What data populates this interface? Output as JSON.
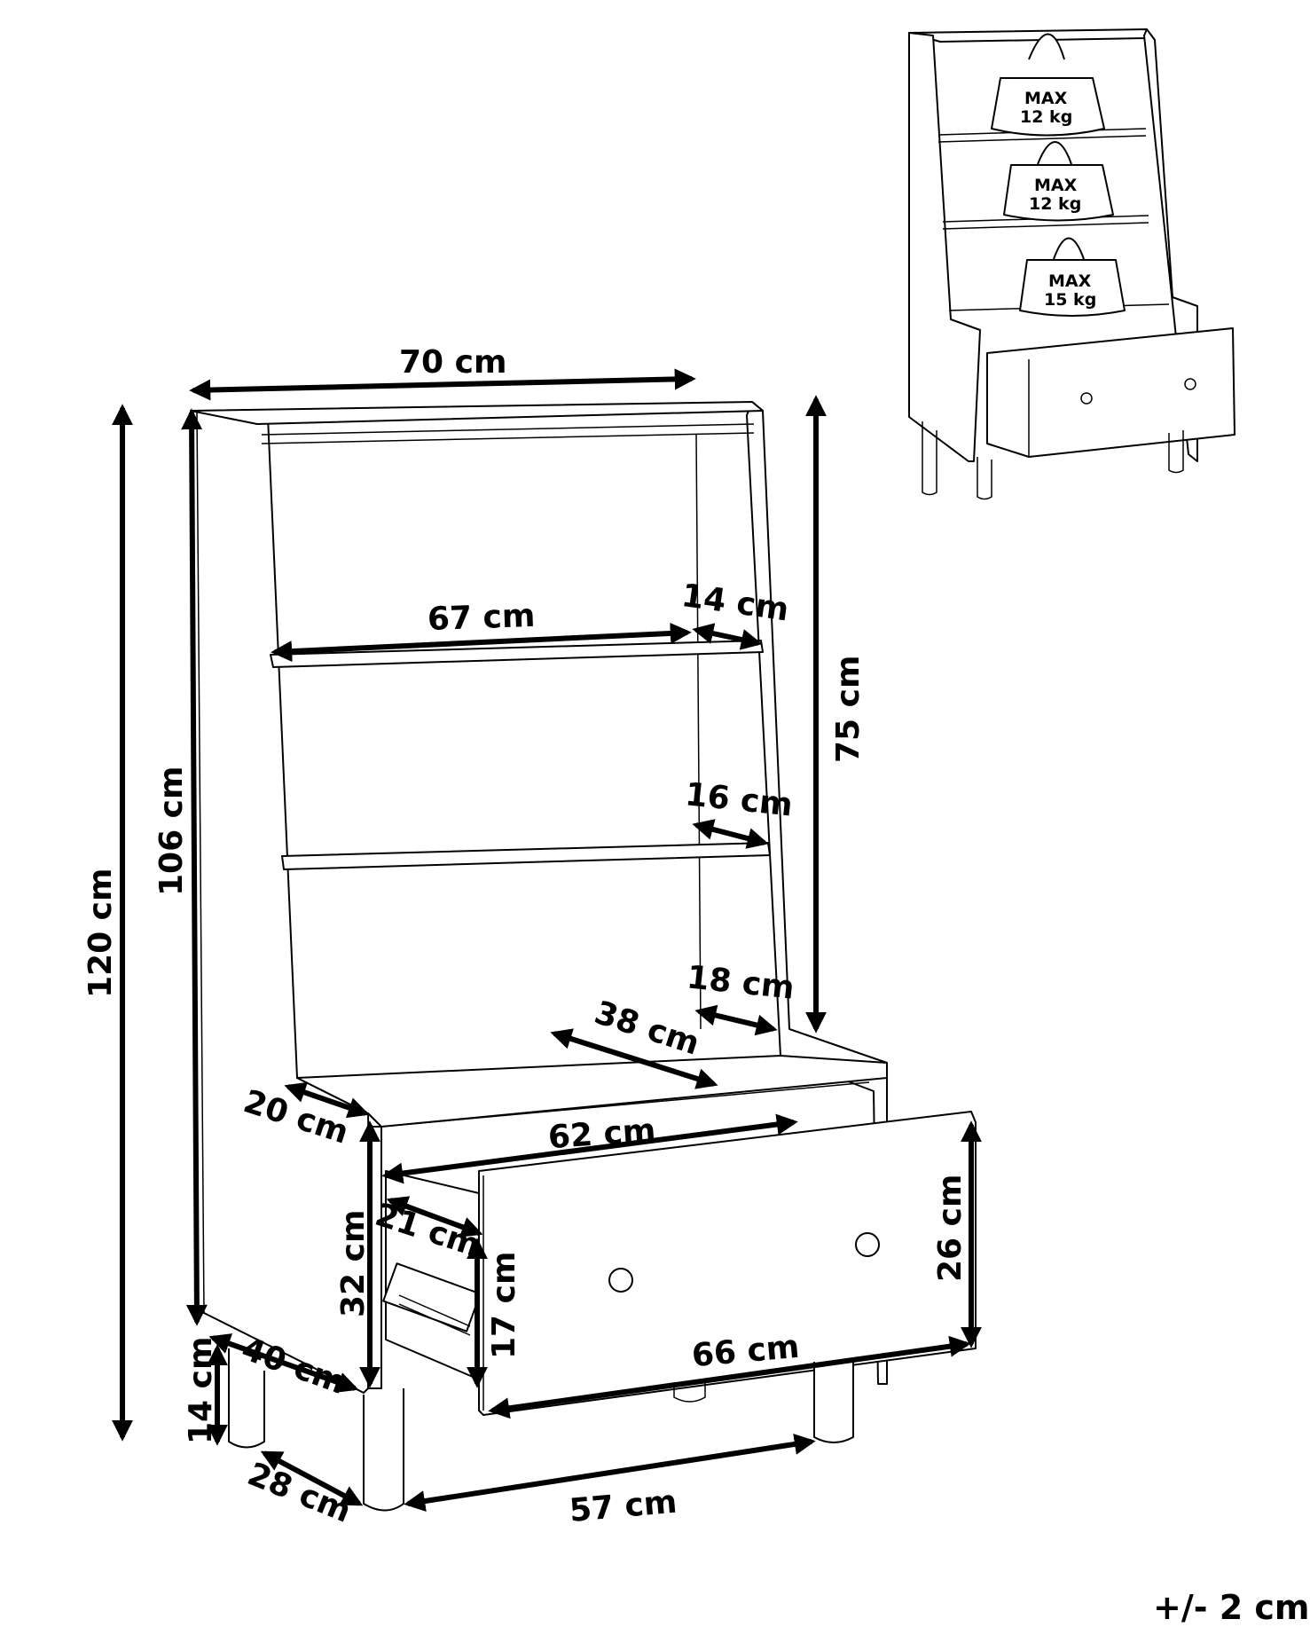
{
  "dimensions": {
    "width_top": "70 cm",
    "shelf_width": "67 cm",
    "depth_top": "14 cm",
    "depth_mid": "16 cm",
    "depth_low": "18 cm",
    "upper_height": "75 cm",
    "body_height": "106 cm",
    "total_height": "120 cm",
    "drawer_inner_depth": "38 cm",
    "side_depth": "20 cm",
    "drawer_inner_width": "62 cm",
    "drawer_side": "21 cm",
    "drawer_height_outer": "26 cm",
    "cabinet_height": "32 cm",
    "drawer_inner_height": "17 cm",
    "drawer_front_width": "66 cm",
    "leg_height": "14 cm",
    "base_depth": "40 cm",
    "leg_depth_spacing": "28 cm",
    "leg_width_spacing": "57 cm"
  },
  "weights": [
    {
      "label": "MAX",
      "value": "12 kg"
    },
    {
      "label": "MAX",
      "value": "12 kg"
    },
    {
      "label": "MAX",
      "value": "15 kg"
    }
  ],
  "tolerance": "+/- 2 cm"
}
